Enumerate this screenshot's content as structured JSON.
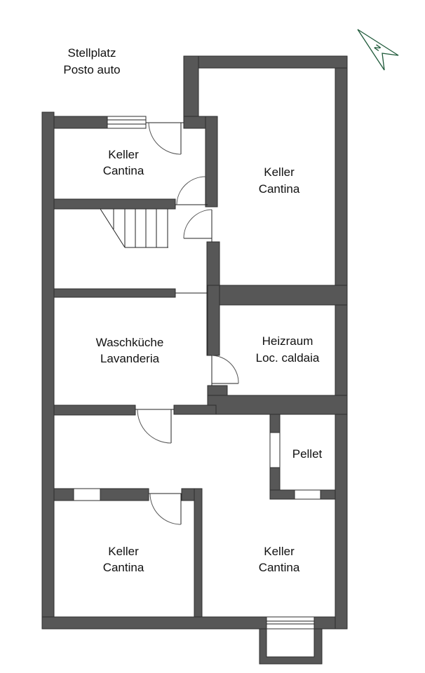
{
  "outside_label": {
    "line1": "Stellplatz",
    "line2": "Posto auto"
  },
  "rooms": [
    {
      "id": "cellar-top-left",
      "line1": "Keller",
      "line2": "Cantina"
    },
    {
      "id": "cellar-top-right",
      "line1": "Keller",
      "line2": "Cantina"
    },
    {
      "id": "laundry",
      "line1": "Waschküche",
      "line2": "Lavanderia"
    },
    {
      "id": "boiler-room",
      "line1": "Heizraum",
      "line2": "Loc. caldaia"
    },
    {
      "id": "pellet",
      "line1": "Pellet"
    },
    {
      "id": "cellar-bottom-left",
      "line1": "Keller",
      "line2": "Cantina"
    },
    {
      "id": "cellar-bottom-right",
      "line1": "Keller",
      "line2": "Cantina"
    }
  ],
  "compass": {
    "label": "N",
    "color": "#1f5a3a"
  },
  "colors": {
    "wall": "#575757",
    "background": "#ffffff"
  }
}
